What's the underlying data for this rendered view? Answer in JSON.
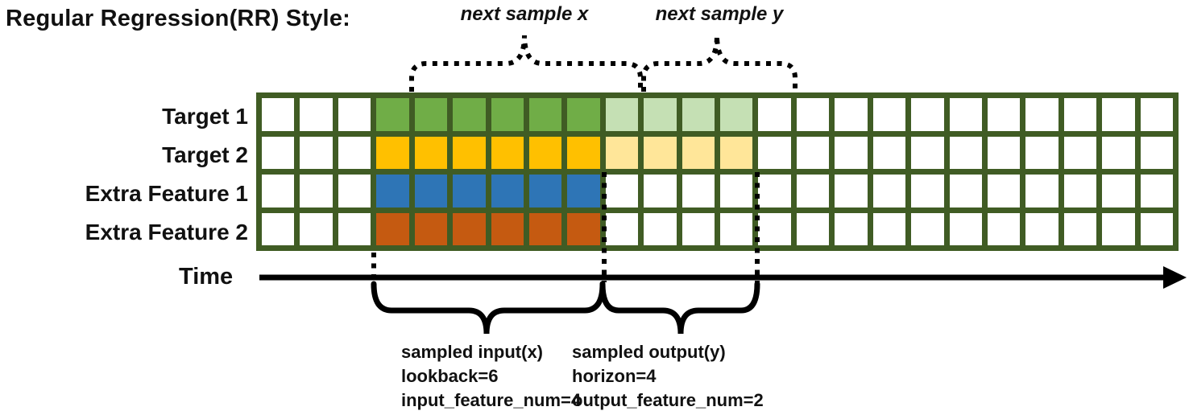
{
  "title": "Regular Regression(RR) Style:",
  "annotations": {
    "next_sample_x": "next sample x",
    "next_sample_y": "next sample y",
    "time_label": "Time",
    "input_block": {
      "line1": "sampled input(x)",
      "line2": "lookback=6",
      "line3": "input_feature_num=4"
    },
    "output_block": {
      "line1": "sampled output(y)",
      "line2": "horizon=4",
      "line3": "output_feature_num=2"
    }
  },
  "grid": {
    "total_columns": 24,
    "leading_empty_columns": 3,
    "lookback": 6,
    "horizon": 4,
    "rows": [
      {
        "label": "Target 1",
        "input_color": "#70ad47",
        "output_color": "#c5e0b4"
      },
      {
        "label": "Target 2",
        "input_color": "#ffc000",
        "output_color": "#ffe699"
      },
      {
        "label": "Extra Feature 1",
        "input_color": "#2e75b6",
        "output_color": null
      },
      {
        "label": "Extra Feature 2",
        "input_color": "#c55a11",
        "output_color": null
      }
    ]
  },
  "colors": {
    "grid_border": "#405c24",
    "empty_cell": "#ffffff",
    "annotation_line": "#000000"
  }
}
